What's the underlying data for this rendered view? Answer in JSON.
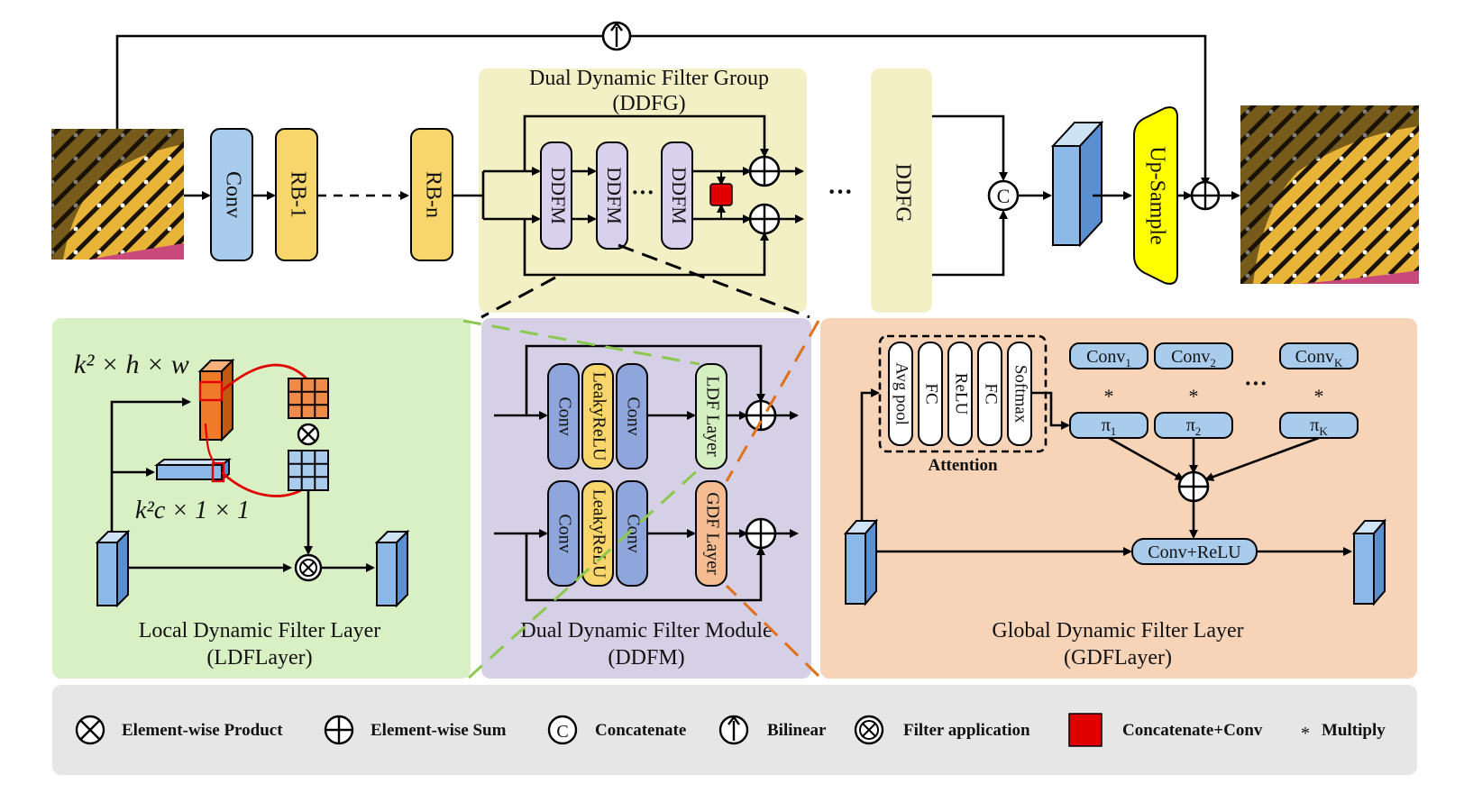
{
  "ddfg": {
    "title_line1": "Dual Dynamic Filter Group",
    "title_line2": "(DDFG)",
    "module_label": "DDFM",
    "dots": "···",
    "second_ddfg_label": "DDFG"
  },
  "backbone": {
    "conv": "Conv",
    "rb1": "RB-1",
    "rbn": "RB-n",
    "upsample": "Up-Sample",
    "between_groups": "···"
  },
  "ldf": {
    "title_line1": "Local Dynamic Filter Layer",
    "title_line2": "(LDFLayer)",
    "top_tensor_label": "k² × h × w",
    "bottom_tensor_label": "k²c × 1 × 1"
  },
  "ddfm": {
    "title_line1": "Dual Dynamic Filter Module",
    "title_line2": "(DDFM)",
    "conv": "Conv",
    "lrelu": "LeakyReLU",
    "ldf_layer": "LDF Layer",
    "gdf_layer": "GDF Layer"
  },
  "gdf": {
    "title_line1": "Global Dynamic Filter Layer",
    "title_line2": "(GDFLayer)",
    "attention_label": "Attention",
    "attention_blocks": [
      "Avg pool",
      "FC",
      "ReLU",
      "FC",
      "Softmax"
    ],
    "conv_k": [
      {
        "base": "Conv",
        "sub": "1"
      },
      {
        "base": "Conv",
        "sub": "2"
      },
      {
        "base": "Conv",
        "sub": "K"
      }
    ],
    "pi_k": [
      {
        "base": "π",
        "sub": "1"
      },
      {
        "base": "π",
        "sub": "2"
      },
      {
        "base": "π",
        "sub": "K"
      }
    ],
    "star": "*",
    "dots": "···",
    "conv_relu": "Conv+ReLU"
  },
  "legend": [
    {
      "icon": "element-wise-product-icon",
      "label": "Element-wise Product"
    },
    {
      "icon": "element-wise-sum-icon",
      "label": "Element-wise Sum"
    },
    {
      "icon": "concatenate-icon",
      "label": "Concatenate"
    },
    {
      "icon": "bilinear-icon",
      "label": "Bilinear"
    },
    {
      "icon": "filter-application-icon",
      "label": "Filter application"
    },
    {
      "icon": "concatenate-conv-icon",
      "label": "Concatenate+Conv"
    },
    {
      "icon": "multiply-icon",
      "label": "Multiply",
      "symbol": "*"
    }
  ],
  "colors": {
    "ddfg_panel": "#f4f0c6",
    "ldf_panel": "#d8f0c4",
    "ddfm_panel": "#d6d0e6",
    "gdf_panel": "#f7d4b8",
    "legend_panel": "#e6e6e6",
    "conv_blue": "#a9cbec",
    "rb_yellow": "#f8d66c",
    "ddfm_lavender": "#d8d0ec",
    "conv_purple": "#8ea6dc",
    "lrelu_yellow": "#f8d66c",
    "ldf_green": "#d4f0c0",
    "gdf_orange": "#f4bc90",
    "upsample_yellow": "#ffff00",
    "concat_conv_red": "#e00000"
  }
}
